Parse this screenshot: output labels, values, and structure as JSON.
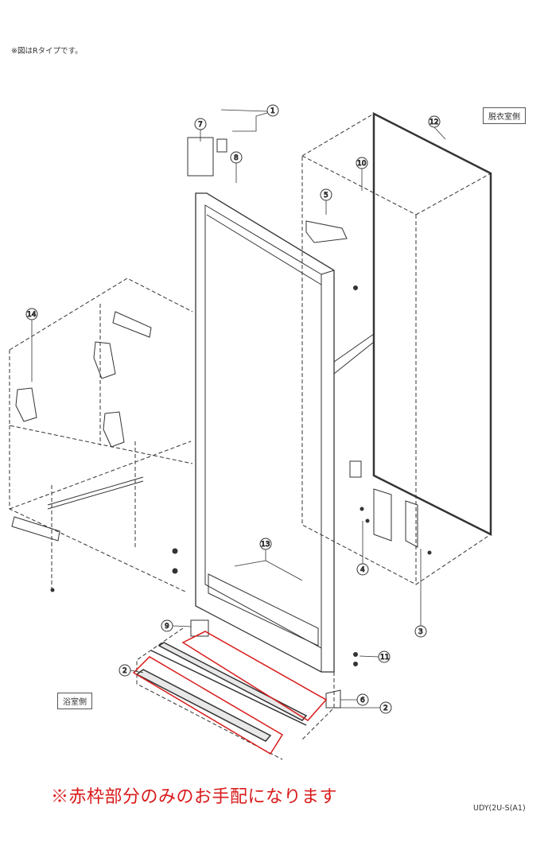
{
  "header_note": "※図はRタイプです。",
  "side_labels": {
    "dressing_room": "脱衣室側",
    "bathroom": "浴室側"
  },
  "callouts": [
    "1",
    "2",
    "3",
    "4",
    "5",
    "6",
    "7",
    "8",
    "9",
    "10",
    "11",
    "12",
    "13",
    "14"
  ],
  "notice": "※赤枠部分のみのお手配になります",
  "model_code": "UDY(2U-S(A1)",
  "highlight_color": "#d91a1a"
}
